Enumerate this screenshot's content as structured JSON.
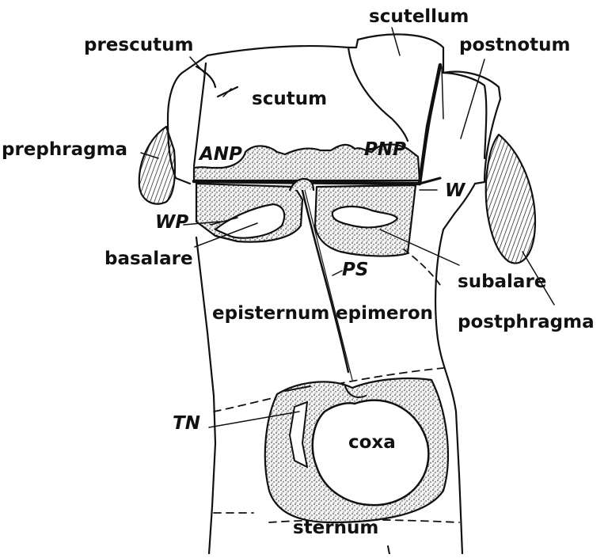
{
  "labels": {
    "scutellum": "scutellum",
    "prescutum": "prescutum",
    "postnotum": "postnotum",
    "scutum": "scutum",
    "prephragma": "prephragma",
    "anp": "ANP",
    "pnp": "PNP",
    "w": "W",
    "wp": "WP",
    "basalare": "basalare",
    "ps": "PS",
    "subalare": "subalare",
    "episternum": "episternum",
    "epimeron": "epimeron",
    "postphragma": "postphragma",
    "tn": "TN",
    "coxa": "coxa",
    "sternum": "sternum"
  }
}
